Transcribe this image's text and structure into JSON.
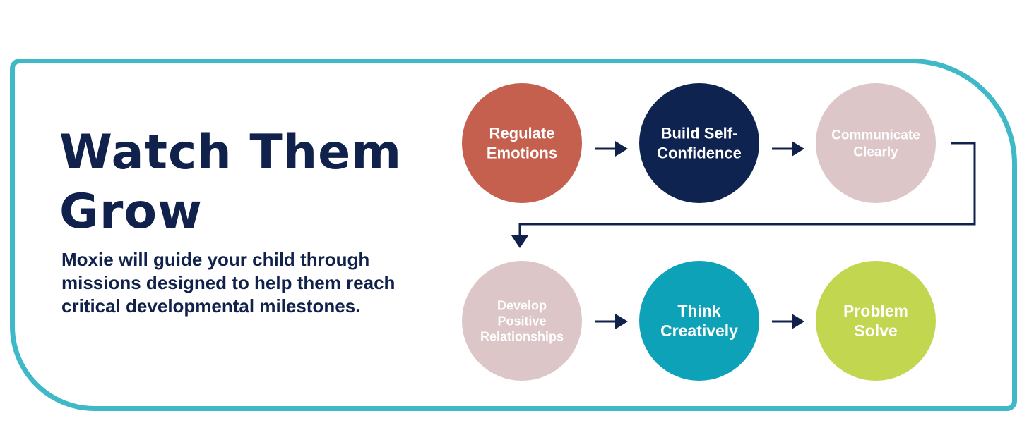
{
  "heading": {
    "line1": "Watch Them",
    "line2": "Grow"
  },
  "description": "Moxie will guide your child through missions designed to help them reach critical developmental milestones.",
  "colors": {
    "frame": "#3fb8c8",
    "text_dark": "#10214b",
    "arrow": "#10214b"
  },
  "milestones": [
    {
      "lines": [
        "Regulate",
        "Emotions"
      ],
      "fill": "#c4604d",
      "text_color": "#ffffff"
    },
    {
      "lines": [
        "Build Self-",
        "Confidence"
      ],
      "fill": "#0e2350",
      "text_color": "#ffffff"
    },
    {
      "lines": [
        "Communicate",
        "Clearly"
      ],
      "fill": "#dcc6c7",
      "text_color": "#ffffff"
    },
    {
      "lines": [
        "Develop",
        "Positive",
        "Relationships"
      ],
      "fill": "#dcc6c7",
      "text_color": "#ffffff"
    },
    {
      "lines": [
        "Think",
        "Creatively"
      ],
      "fill": "#0ea2b8",
      "text_color": "#ffffff"
    },
    {
      "lines": [
        "Problem",
        "Solve"
      ],
      "fill": "#c2d64f",
      "text_color": "#ffffff"
    }
  ]
}
